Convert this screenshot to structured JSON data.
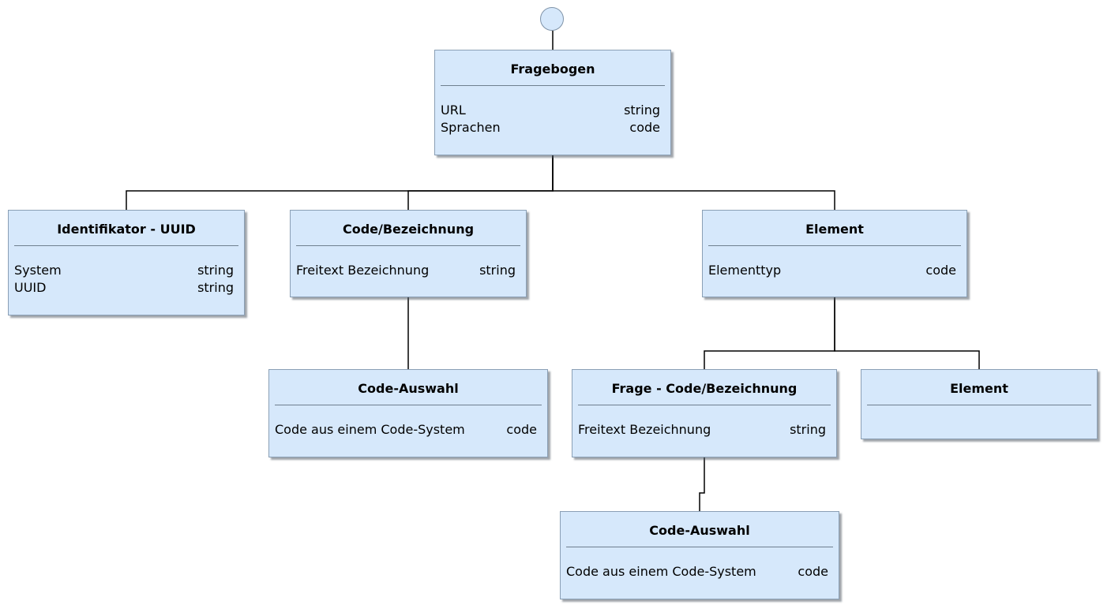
{
  "nodes": {
    "fragebogen": {
      "title": "Fragebogen",
      "attributes": [
        {
          "name": "URL",
          "type": "string"
        },
        {
          "name": "Sprachen",
          "type": "code"
        }
      ]
    },
    "identifikator": {
      "title": "Identifikator - UUID",
      "attributes": [
        {
          "name": "System",
          "type": "string"
        },
        {
          "name": "UUID",
          "type": "string"
        }
      ]
    },
    "code_bezeichnung": {
      "title": "Code/Bezeichnung",
      "attributes": [
        {
          "name": "Freitext Bezeichnung",
          "type": "string"
        }
      ]
    },
    "element": {
      "title": "Element",
      "attributes": [
        {
          "name": "Elementtyp",
          "type": "code"
        }
      ]
    },
    "code_auswahl_1": {
      "title": "Code-Auswahl",
      "attributes": [
        {
          "name": "Code aus einem Code-System",
          "type": "code"
        }
      ]
    },
    "frage": {
      "title": "Frage - Code/Bezeichnung",
      "attributes": [
        {
          "name": "Freitext Bezeichnung",
          "type": "string"
        }
      ]
    },
    "element_child": {
      "title": "Element",
      "attributes": []
    },
    "code_auswahl_2": {
      "title": "Code-Auswahl",
      "attributes": [
        {
          "name": "Code aus einem Code-System",
          "type": "code"
        }
      ]
    }
  },
  "colors": {
    "node_fill": "#d6e8fb",
    "node_border": "#8a9fb5",
    "connector": "#000000"
  }
}
